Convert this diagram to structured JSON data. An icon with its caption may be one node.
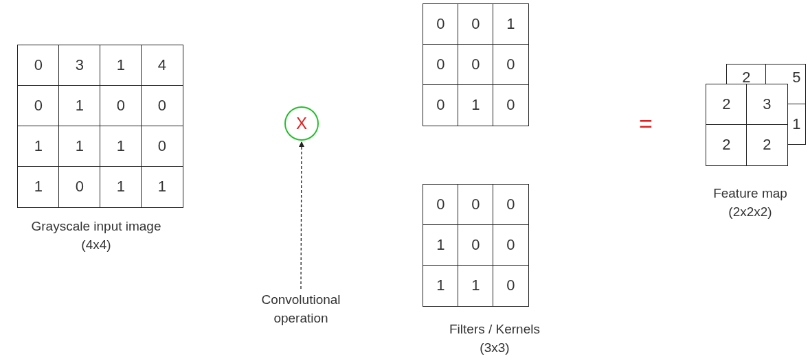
{
  "diagram": {
    "nodes": [
      {
        "text": [
          "X"
        ]
      },
      {
        "text": [
          "Convolutional operation"
        ]
      }
    ],
    "edges": [
      {
        "from": 1,
        "to": 0,
        "arrow": "to",
        "style": "dashed"
      }
    ],
    "labels": [
      "0",
      "3",
      "1",
      "4",
      "0",
      "1",
      "0",
      "0",
      "1",
      "1",
      "1",
      "0",
      "1",
      "0",
      "1",
      "1",
      "Grayscale input image (4x4)",
      "0",
      "0",
      "1",
      "0",
      "0",
      "0",
      "0",
      "1",
      "0",
      "0",
      "0",
      "0",
      "1",
      "0",
      "0",
      "1",
      "1",
      "0",
      "Filters / Kernels (3x3)",
      "=",
      "2",
      "5",
      "1",
      "2",
      "3",
      "2",
      "2",
      "Feature map (2x2x2)"
    ]
  }
}
